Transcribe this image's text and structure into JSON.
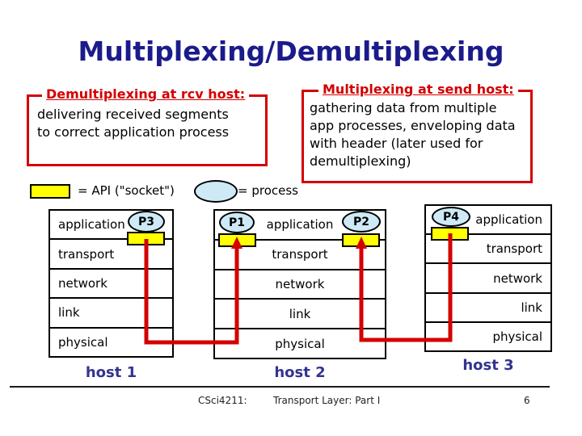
{
  "slide": {
    "title": "Multiplexing/Demultiplexing"
  },
  "notes": {
    "demux": {
      "title": "Demultiplexing at rcv host:",
      "lines": [
        "delivering received segments",
        "to correct application process"
      ]
    },
    "mux": {
      "title": "Multiplexing at send host:",
      "lines": [
        "gathering data from multiple",
        "app processes, enveloping data",
        "with header (later used for",
        "demultiplexing)"
      ]
    }
  },
  "legend": {
    "api_label": "= API (\"socket\")",
    "process_label": "= process"
  },
  "hosts": [
    {
      "name": "host 1",
      "layers": [
        "application",
        "transport",
        "network",
        "link",
        "physical"
      ],
      "processes": [
        "P3"
      ]
    },
    {
      "name": "host 2",
      "layers": [
        "application",
        "transport",
        "network",
        "link",
        "physical"
      ],
      "processes": [
        "P1",
        "P2"
      ]
    },
    {
      "name": "host 3",
      "layers": [
        "application",
        "transport",
        "network",
        "link",
        "physical"
      ],
      "processes": [
        "P4"
      ]
    }
  ],
  "footer": {
    "course": "CSci4211:",
    "lecture": "Transport Layer: Part I",
    "page_number": "6"
  },
  "colors": {
    "accent_red": "#d40000",
    "socket_yellow": "#ffff00",
    "process_blue": "#cdeaf6",
    "title_navy": "#1b1b8b",
    "host_label_navy": "#333390"
  }
}
